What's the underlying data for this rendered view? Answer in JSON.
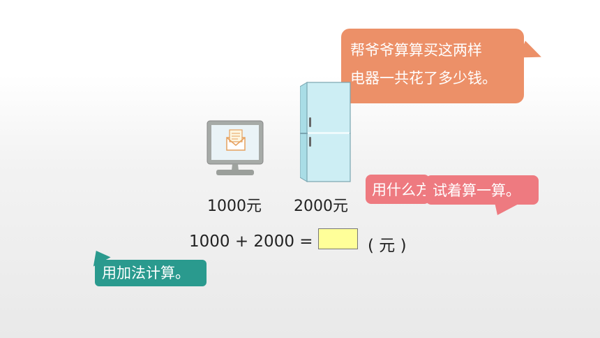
{
  "bubbles": {
    "grandpa_question_line1": "帮爷爷算算买这两样",
    "grandpa_question_line2": "电器一共花了多少钱。",
    "method_question": "用什么方",
    "try_it": "试着算一算。",
    "use_addition": "用加法计算。"
  },
  "items": {
    "computer_price": "1000元",
    "fridge_price": "2000元"
  },
  "equation": {
    "expression": "1000 + 2000 =",
    "unit": "( 元 )"
  },
  "colors": {
    "orange_bubble": "#ec9068",
    "pink_bubble": "#ee7a80",
    "teal_bubble": "#2a9a8e",
    "answer_box": "#ffff99",
    "fridge_body": "#cdeef4"
  },
  "icons": {
    "computer": "computer-monitor-icon",
    "fridge": "refrigerator-icon",
    "envelope": "envelope-icon"
  }
}
